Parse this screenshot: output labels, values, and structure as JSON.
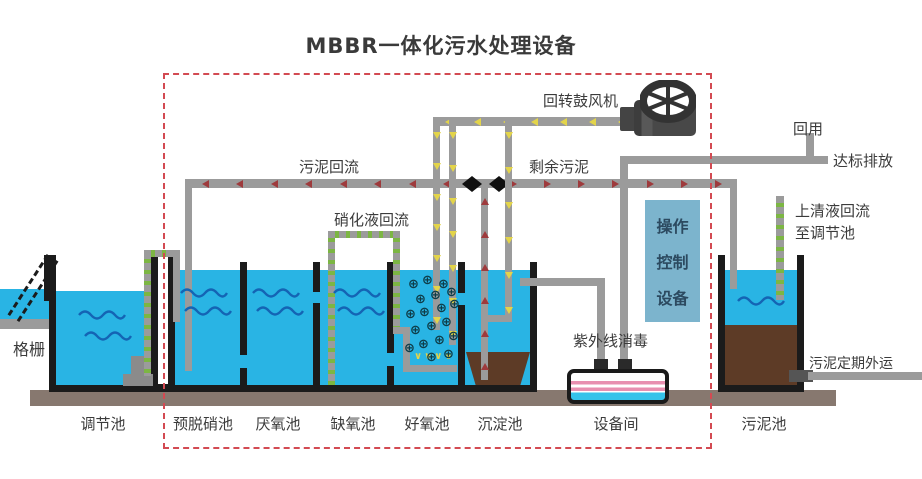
{
  "title": "MBBR一体化污水处理设备",
  "annotations": {
    "blower": "回转鼓风机",
    "sludge_return": "污泥回流",
    "excess_sludge": "剩余污泥",
    "nitrified_liquid_return": "硝化液回流",
    "reuse": "回用",
    "standard_discharge": "达标排放",
    "supernatant_return_line1": "上清液回流",
    "supernatant_return_line2": "至调节池",
    "bar_screen": "格栅",
    "uv_disinfection": "紫外线消毒",
    "sludge_hauling": "污泥定期外运",
    "control_equipment": [
      "操作",
      "控制",
      "设备"
    ]
  },
  "tanks": [
    "调节池",
    "预脱硝池",
    "厌氧池",
    "缺氧池",
    "好氧池",
    "沉淀池",
    "设备间",
    "污泥池"
  ],
  "icons": {
    "media_glyph": "⊕",
    "diffuser_glyph": "∨∨∨∨"
  },
  "colors": {
    "water": "#29b4e4",
    "wave": "#1464b4",
    "pipe_gray": "#9b9b9b",
    "wall_black": "#1b1b1b",
    "air_arrow_yellow": "#e3d44a",
    "sludge_arrow_red": "#9e3a3c",
    "green_flow": "#7cb643",
    "boundary_red": "#d34a52",
    "sludge_brown": "#5d3b26",
    "foundation": "#87786f",
    "control_box_blue": "#7cb4cd",
    "uv_pink": "#e88fb0"
  }
}
